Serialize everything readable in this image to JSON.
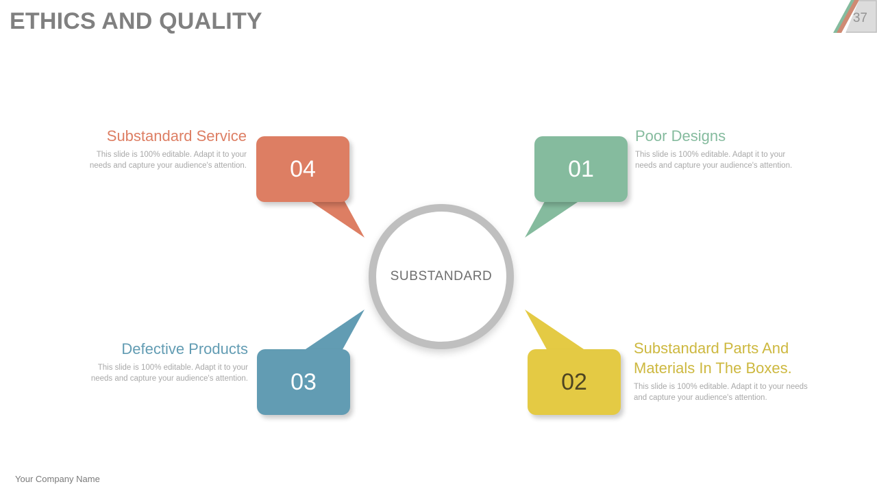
{
  "slide": {
    "title": "ETHICS AND QUALITY",
    "page_number": "37",
    "footer": "Your Company Name",
    "center_label": "SUBSTANDARD",
    "body_text": "This slide is 100% editable. Adapt it to your needs and capture your audience's attention.",
    "colors": {
      "salmon": "#DD7E63",
      "green": "#85BB9E",
      "blue": "#629CB3",
      "yellow": "#E4CA44",
      "yellow_heading": "#CDB83F",
      "title_gray": "#808080",
      "ring_gray": "#bfbfbf",
      "body_gray": "#a8a8a8"
    }
  },
  "items": [
    {
      "number": "01",
      "heading": "Poor Designs",
      "body": "This slide is 100% editable. Adapt it to your needs and capture your audience's attention.",
      "color": "#85BB9E",
      "position": "top-right"
    },
    {
      "number": "02",
      "heading": "Substandard Parts And Materials In The Boxes.",
      "body": "This slide is 100% editable. Adapt it to your needs and capture your audience's attention.",
      "color": "#E4CA44",
      "position": "bottom-right"
    },
    {
      "number": "03",
      "heading": "Defective Products",
      "body": "This slide is 100% editable. Adapt it to your needs and capture your audience's attention.",
      "color": "#629CB3",
      "position": "bottom-left"
    },
    {
      "number": "04",
      "heading": "Substandard Service",
      "body": "This slide is 100% editable. Adapt it to your needs and capture your audience's attention.",
      "color": "#DD7E63",
      "position": "top-left"
    }
  ]
}
